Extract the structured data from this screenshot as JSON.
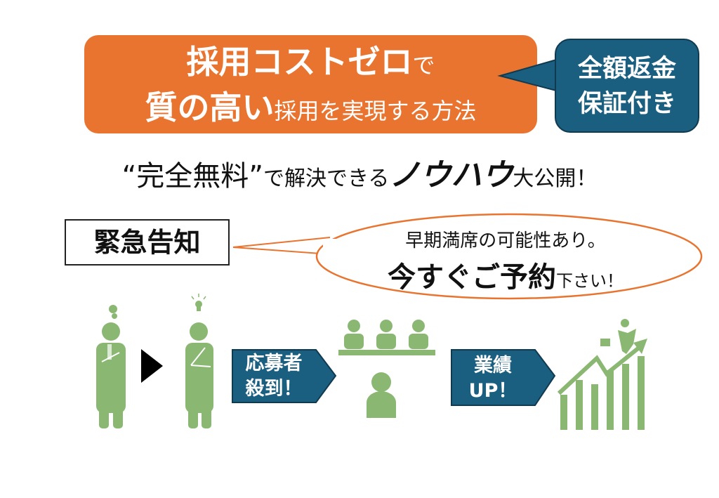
{
  "headline": {
    "line1_bold": "採用コストゼロ",
    "line1_small": "で",
    "line2_bold": "質の高い",
    "line2_small": "採用を実現する方法"
  },
  "guarantee": {
    "line1": "全額返金",
    "line2": "保証付き"
  },
  "tagline": {
    "quoted": "“完全無料”",
    "mid": "で解決できる",
    "bold": "ノウハウ",
    "end": "大公開！"
  },
  "notice": {
    "label": "緊急告知"
  },
  "bubble": {
    "line1": "早期満席の可能性あり。",
    "line2_bold": "今すぐご予約",
    "line2_small": "下さい！"
  },
  "flow": {
    "arrow1": {
      "line1": "応募者",
      "line2": "殺到！"
    },
    "arrow2": {
      "line1": "業績",
      "line2": "UP！"
    }
  },
  "colors": {
    "orange": "#E8742F",
    "blue": "#1A5E80",
    "green": "#8AB873"
  }
}
